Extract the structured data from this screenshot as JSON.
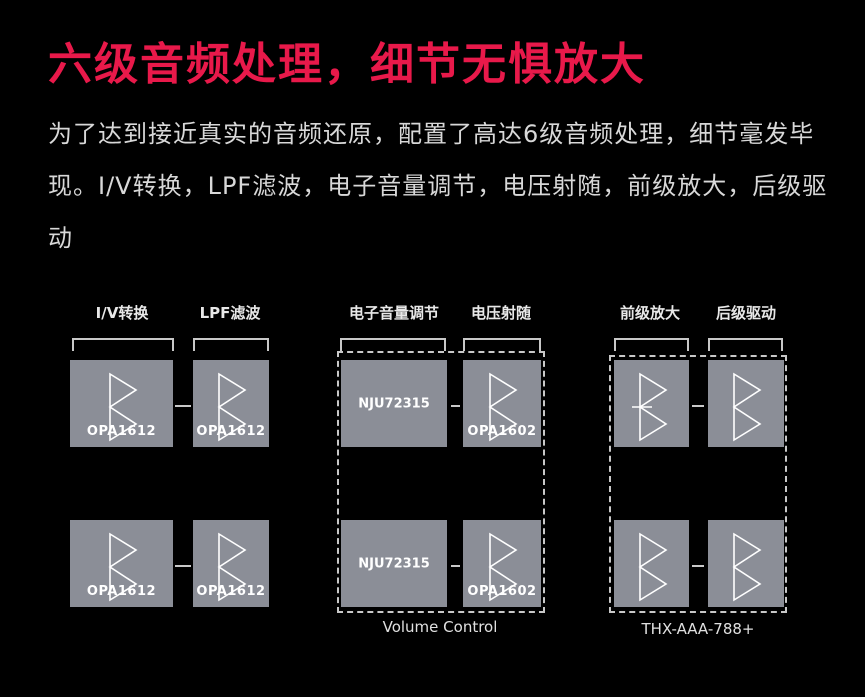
{
  "title": "六级音频处理，细节无惧放大",
  "description": "为了达到接近真实的音频还原，配置了高达6级音频处理，细节毫发毕现。I/V转换，LPF滤波，电子音量调节，电压射随，前级放大，后级驱动",
  "stages": [
    "I/V转换",
    "LPF滤波",
    "电子音量调节",
    "电压射随",
    "前级放大",
    "后级驱动"
  ],
  "chips": {
    "iv": "OPA1612",
    "lpf": "OPA1612",
    "vol": "NJU72315",
    "buf": "OPA1602"
  },
  "captions": {
    "volume": "Volume Control",
    "thx": "THX-AAA-788+"
  },
  "colors": {
    "accent": "#e8194a",
    "box": "#8b8e97"
  }
}
